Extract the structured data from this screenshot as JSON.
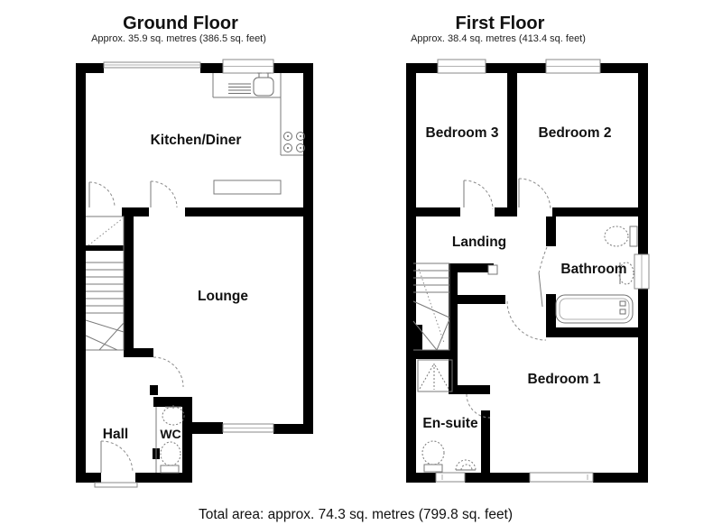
{
  "ground_floor": {
    "title": "Ground Floor",
    "subtitle": "Approx. 35.9 sq. metres (386.5 sq. feet)",
    "rooms": {
      "kitchen": "Kitchen/Diner",
      "lounge": "Lounge",
      "hall": "Hall",
      "wc": "WC"
    }
  },
  "first_floor": {
    "title": "First Floor",
    "subtitle": "Approx. 38.4 sq. metres (413.4 sq. feet)",
    "rooms": {
      "bedroom3": "Bedroom 3",
      "bedroom2": "Bedroom 2",
      "landing": "Landing",
      "bathroom": "Bathroom",
      "bedroom1": "Bedroom 1",
      "ensuite": "En-suite"
    }
  },
  "footer": {
    "total_area": "Total area: approx. 74.3 sq. metres (799.8 sq. feet)"
  },
  "colors": {
    "wall": "#000000",
    "thin_line": "#7a7a7a",
    "background": "#ffffff",
    "text": "#111111"
  }
}
